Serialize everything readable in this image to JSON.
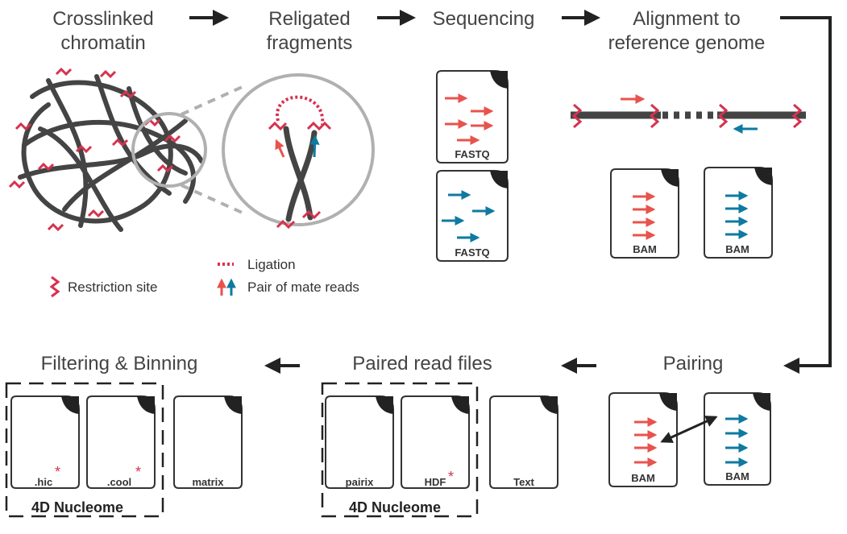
{
  "colors": {
    "red": "#d6324e",
    "read_red": "#e8534d",
    "blue": "#0e7aa1",
    "strand": "#444444",
    "box_border": "#333333",
    "zoom_gray": "#b0b0b0"
  },
  "steps": {
    "crosslinked": [
      "Crosslinked",
      "chromatin"
    ],
    "religated": [
      "Religated",
      "fragments"
    ],
    "sequencing": "Sequencing",
    "alignment": [
      "Alignment to",
      "reference genome"
    ],
    "pairing": "Pairing",
    "paired_files": "Paired read files",
    "filtering": "Filtering & Binning"
  },
  "legend": {
    "restriction_site": "Restriction site",
    "ligation": "Ligation",
    "mate_reads": "Pair of mate reads"
  },
  "files": {
    "fastq": "FASTQ",
    "bam": "BAM",
    "pairix": "pairix",
    "hdf": "HDF",
    "text": "Text",
    "hic": ".hic",
    "cool": ".cool",
    "matrix": "matrix",
    "star": "*"
  },
  "groups": {
    "nucleome": "4D Nucleome"
  },
  "icons": [
    "arrow-right-icon",
    "arrow-left-icon",
    "restriction-site-icon",
    "file-icon",
    "read-arrow-icon"
  ]
}
